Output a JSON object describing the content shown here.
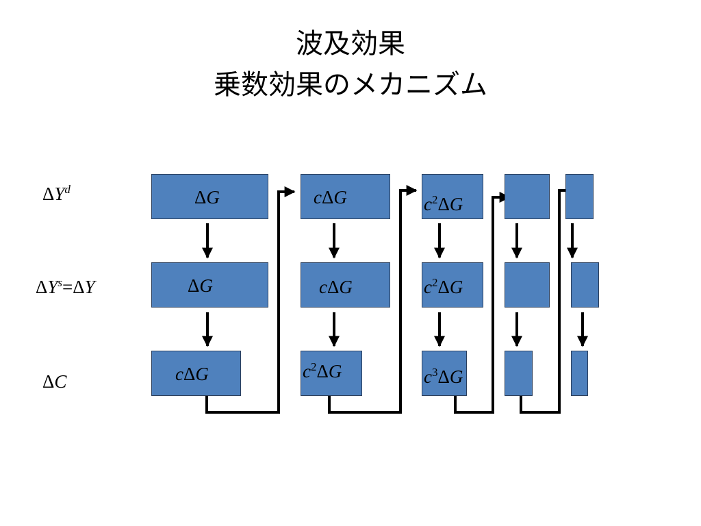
{
  "title": {
    "line1": "波及効果",
    "line2": "乗数効果のメカニズム"
  },
  "row_labels": {
    "demand": {
      "delta": "Δ",
      "var": "Y",
      "sup": "d"
    },
    "supply": {
      "delta": "Δ",
      "var": "Y",
      "sup": "s",
      "eq": "=Δ",
      "var2": "Y"
    },
    "consumption": {
      "delta": "Δ",
      "var": "C"
    }
  },
  "cells": {
    "demand": [
      {
        "coef": "",
        "power": "",
        "delta": "Δ",
        "var": "G"
      },
      {
        "coef": "c",
        "power": "",
        "delta": "Δ",
        "var": "G"
      },
      {
        "coef": "c",
        "power": "2",
        "delta": "Δ",
        "var": "G"
      },
      {
        "coef": "",
        "power": "",
        "delta": "",
        "var": ""
      },
      {
        "coef": "",
        "power": "",
        "delta": "",
        "var": ""
      }
    ],
    "supply": [
      {
        "coef": "",
        "power": "",
        "delta": "Δ",
        "var": "G"
      },
      {
        "coef": "c",
        "power": "",
        "delta": "Δ",
        "var": "G"
      },
      {
        "coef": "c",
        "power": "2",
        "delta": "Δ",
        "var": "G"
      },
      {
        "coef": "",
        "power": "",
        "delta": "",
        "var": ""
      },
      {
        "coef": "",
        "power": "",
        "delta": "",
        "var": ""
      }
    ],
    "consumption": [
      {
        "coef": "c",
        "power": "",
        "delta": "Δ",
        "var": "G"
      },
      {
        "coef": "c",
        "power": "2",
        "delta": "Δ",
        "var": "G"
      },
      {
        "coef": "c",
        "power": "3",
        "delta": "Δ",
        "var": "G"
      },
      {
        "coef": "",
        "power": "",
        "delta": "",
        "var": ""
      },
      {
        "coef": "",
        "power": "",
        "delta": "",
        "var": ""
      }
    ]
  },
  "colors": {
    "box_fill": "#4f81bd",
    "box_border": "#2a3e5c",
    "arrow": "#000000"
  }
}
